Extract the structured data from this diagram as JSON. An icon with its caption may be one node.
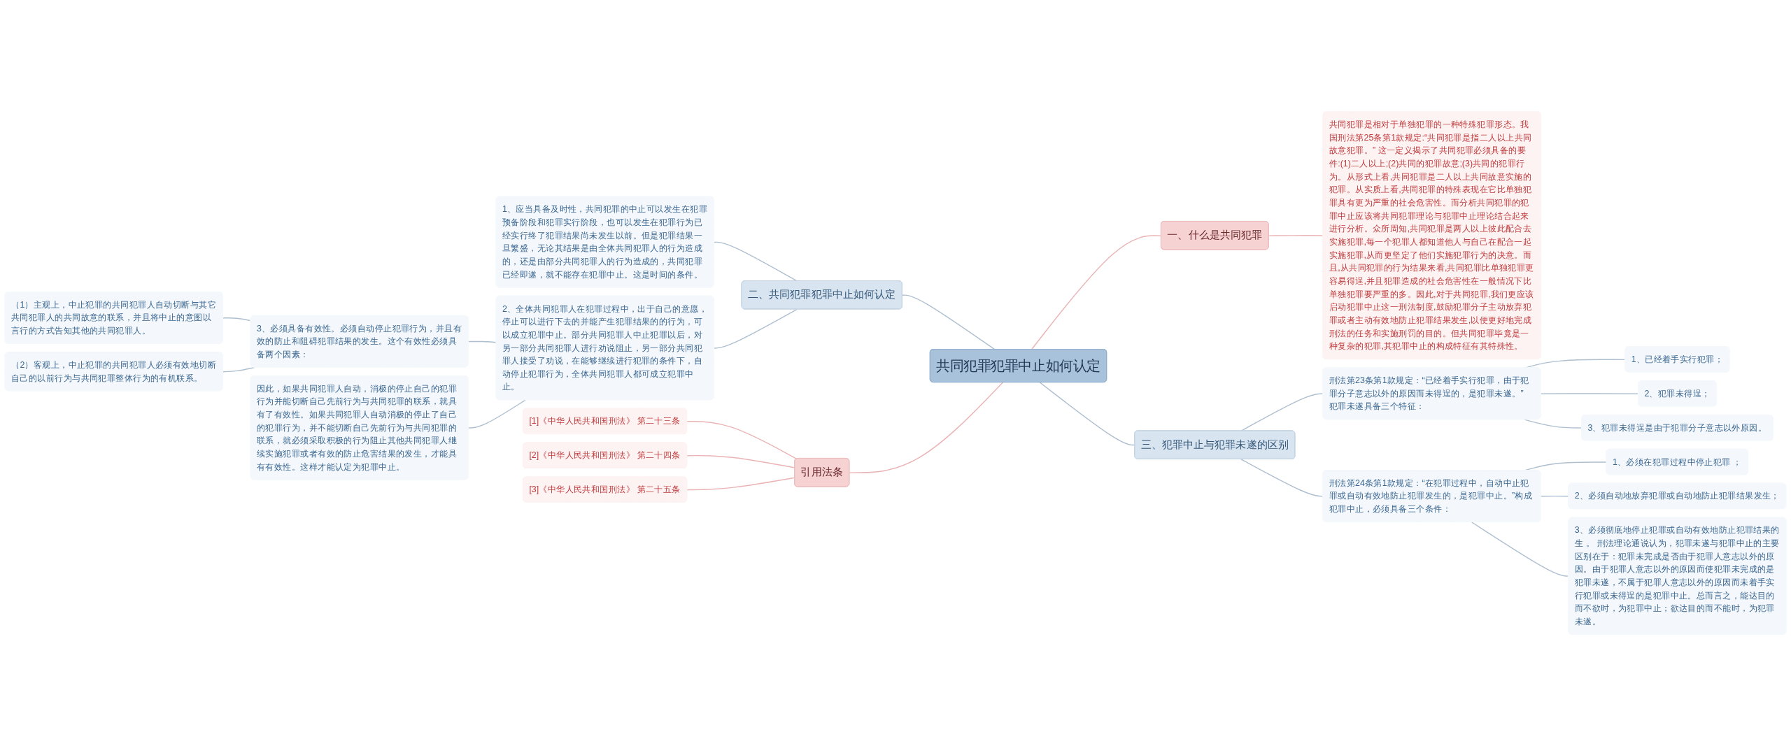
{
  "diagram": {
    "nodes": [
      {
        "text": [
          "共同犯罪犯罪中止如何认定"
        ]
      },
      {
        "text": [
          "二、共同犯罪犯罪中止如何认定"
        ]
      },
      {
        "text": [
          "1、应当具备及时性，共同犯罪的中止可以发生在犯罪预备阶段和犯罪实行阶段，也可以发生在犯罪行为已经实行终了犯罪结果尚未发生以前。但是犯罪结果一旦繁盛，无论其结果是由全体共同犯罪人的行为造成的，还是由部分共同犯罪人的行为造成的，共同犯罪已经即遂，就不能存在犯罪中止。这是时间的条件。"
        ]
      },
      {
        "text": [
          "2、全体共同犯罪人在犯罪过程中，出于自己的意愿，停止可以进行下去的并能产生犯罪结果的的行为，可以成立犯罪中止。部分共同犯罪人中止犯罪以后，对另一部分共同犯罪人进行劝说阻止，另一部分共同犯罪人接受了劝说，在能够继续进行犯罪的条件下，自动停止犯罪行为，全体共同犯罪人都可成立犯罪中止。"
        ]
      },
      {
        "text": [
          "3、必须具备有效性。必须自动停止犯罪行为，并且有效的防止和阻碍犯罪结果的发生。这个有效性必须具备两个因素："
        ]
      },
      {
        "text": [
          "（1）主观上，中止犯罪的共同犯罪人自动切断与其它共同犯罪人的共同故意的联系，并且将中止的意图以言行的方式告知其他的共同犯罪人。"
        ]
      },
      {
        "text": [
          "（2）客观上，中止犯罪的共同犯罪人必须有效地切断自己的以前行为与共同犯罪整体行为的有机联系。"
        ]
      },
      {
        "text": [
          "因此，如果共同犯罪人自动，消极的停止自己的犯罪行为并能切断自己先前行为与共同犯罪的联系，就具有了有效性。如果共同犯罪人自动消极的停止了自己的犯罪行为，并不能切断自己先前行为与共同犯罪的联系，就必须采取积极的行为阻止其他共同犯罪人继续实施犯罪或者有效的防止危害结果的发生，才能具有有效性。这样才能认定为犯罪中止。"
        ]
      },
      {
        "text": [
          "引用法条"
        ]
      },
      {
        "text": [
          "[1]《中华人民共和国刑法》 第二十三条"
        ]
      },
      {
        "text": [
          "[2]《中华人民共和国刑法》 第二十四条"
        ]
      },
      {
        "text": [
          "[3]《中华人民共和国刑法》 第二十五条"
        ]
      },
      {
        "text": [
          "一、什么是共同犯罪"
        ]
      },
      {
        "text": [
          "共同犯罪是相对于单独犯罪的一种特殊犯罪形态。我国刑法第25条第1款规定:“共同犯罪是指二人以上共同故意犯罪。” 这一定义揭示了共同犯罪必须具备的要件:(1)二人以上;(2)共同的犯罪故意;(3)共同的犯罪行为。从形式上看,共同犯罪是二人以上共同故意实施的犯罪。从实质上看,共同犯罪的特殊表现在它比单独犯罪具有更为严重的社会危害性。而分析共同犯罪的犯罪中止应该将共同犯罪理论与犯罪中止理论结合起来进行分析。众所周知,共同犯罪是两人以上彼此配合去实施犯罪,每一个犯罪人都知道他人与自己在配合一起实施犯罪,从而更坚定了他们实施犯罪行为的决意。而且,从共同犯罪的行为结果来看,共同犯罪比单独犯罪更容易得逞,并且犯罪造成的社会危害性在一般情况下比单独犯罪要严重的多。因此,对于共同犯罪,我们更应该启动犯罪中止这一刑法制度,鼓励犯罪分子主动放弃犯罪或者主动有效地防止犯罪结果发生,以便更好地完成刑法的任务和实施刑罚的目的。但共同犯罪毕竟是一种复杂的犯罪,其犯罪中止的构成特征有其特殊性。"
        ]
      },
      {
        "text": [
          "三、犯罪中止与犯罪未遂的区别"
        ]
      },
      {
        "text": [
          "刑法第23条第1款规定：“已经着手实行犯罪，由于犯罪分子意志以外的原因而未得逞的，是犯罪未遂。” 犯罪未遂具备三个特征："
        ]
      },
      {
        "text": [
          "1、已经着手实行犯罪；"
        ]
      },
      {
        "text": [
          "2、犯罪未得逞；"
        ]
      },
      {
        "text": [
          "3、犯罪未得逞是由于犯罪分子意志以外原因。"
        ]
      },
      {
        "text": [
          "刑法第24条第1款规定：“在犯罪过程中，自动中止犯罪或自动有效地防止犯罪发生的，是犯罪中止。”构成犯罪中止，必须具备三个条件："
        ]
      },
      {
        "text": [
          "1、必须在犯罪过程中停止犯罪 ；"
        ]
      },
      {
        "text": [
          "2、必须自动地放弃犯罪或自动地防止犯罪结果发生；"
        ]
      },
      {
        "text": [
          "3、必须彻底地停止犯罪或自动有效地防止犯罪结果的生 。 刑法理论通说认为，犯罪未遂与犯罪中止的主要区别在于：犯罪未完成是否由于犯罪人意志以外的原因。由于犯罪人意志以外的原因而使犯罪未完成的是犯罪未遂，不属于犯罪人意志以外的原因而未着手实行犯罪或未得逞的是犯罪中止。总而言之，能达目的而不欲时，为犯罪中止；欲达目的而不能时，为犯罪未遂。"
        ]
      }
    ],
    "edges": [
      {
        "from": 1,
        "to": 0,
        "arrow": "none"
      },
      {
        "from": 2,
        "to": 1,
        "arrow": "none"
      },
      {
        "from": 3,
        "to": 1,
        "arrow": "none"
      },
      {
        "from": 4,
        "to": 3,
        "arrow": "none"
      },
      {
        "from": 5,
        "to": 4,
        "arrow": "none"
      },
      {
        "from": 6,
        "to": 4,
        "arrow": "none"
      },
      {
        "from": 7,
        "to": 3,
        "arrow": "none"
      },
      {
        "from": 8,
        "to": 0,
        "arrow": "none",
        "color": "#eab3b5"
      },
      {
        "from": 9,
        "to": 8,
        "arrow": "none",
        "color": "#eab3b5"
      },
      {
        "from": 10,
        "to": 8,
        "arrow": "none",
        "color": "#eab3b5"
      },
      {
        "from": 11,
        "to": 8,
        "arrow": "none",
        "color": "#eab3b5"
      },
      {
        "from": 0,
        "to": 12,
        "arrow": "none",
        "color": "#eab3b5"
      },
      {
        "from": 12,
        "to": 13,
        "arrow": "none",
        "color": "#eab3b5"
      },
      {
        "from": 0,
        "to": 14,
        "arrow": "none"
      },
      {
        "from": 14,
        "to": 15,
        "arrow": "none"
      },
      {
        "from": 15,
        "to": 16,
        "arrow": "none"
      },
      {
        "from": 15,
        "to": 17,
        "arrow": "none"
      },
      {
        "from": 15,
        "to": 18,
        "arrow": "none"
      },
      {
        "from": 14,
        "to": 19,
        "arrow": "none"
      },
      {
        "from": 19,
        "to": 20,
        "arrow": "none"
      },
      {
        "from": 19,
        "to": 21,
        "arrow": "none"
      },
      {
        "from": 19,
        "to": 22,
        "arrow": "none"
      }
    ]
  }
}
